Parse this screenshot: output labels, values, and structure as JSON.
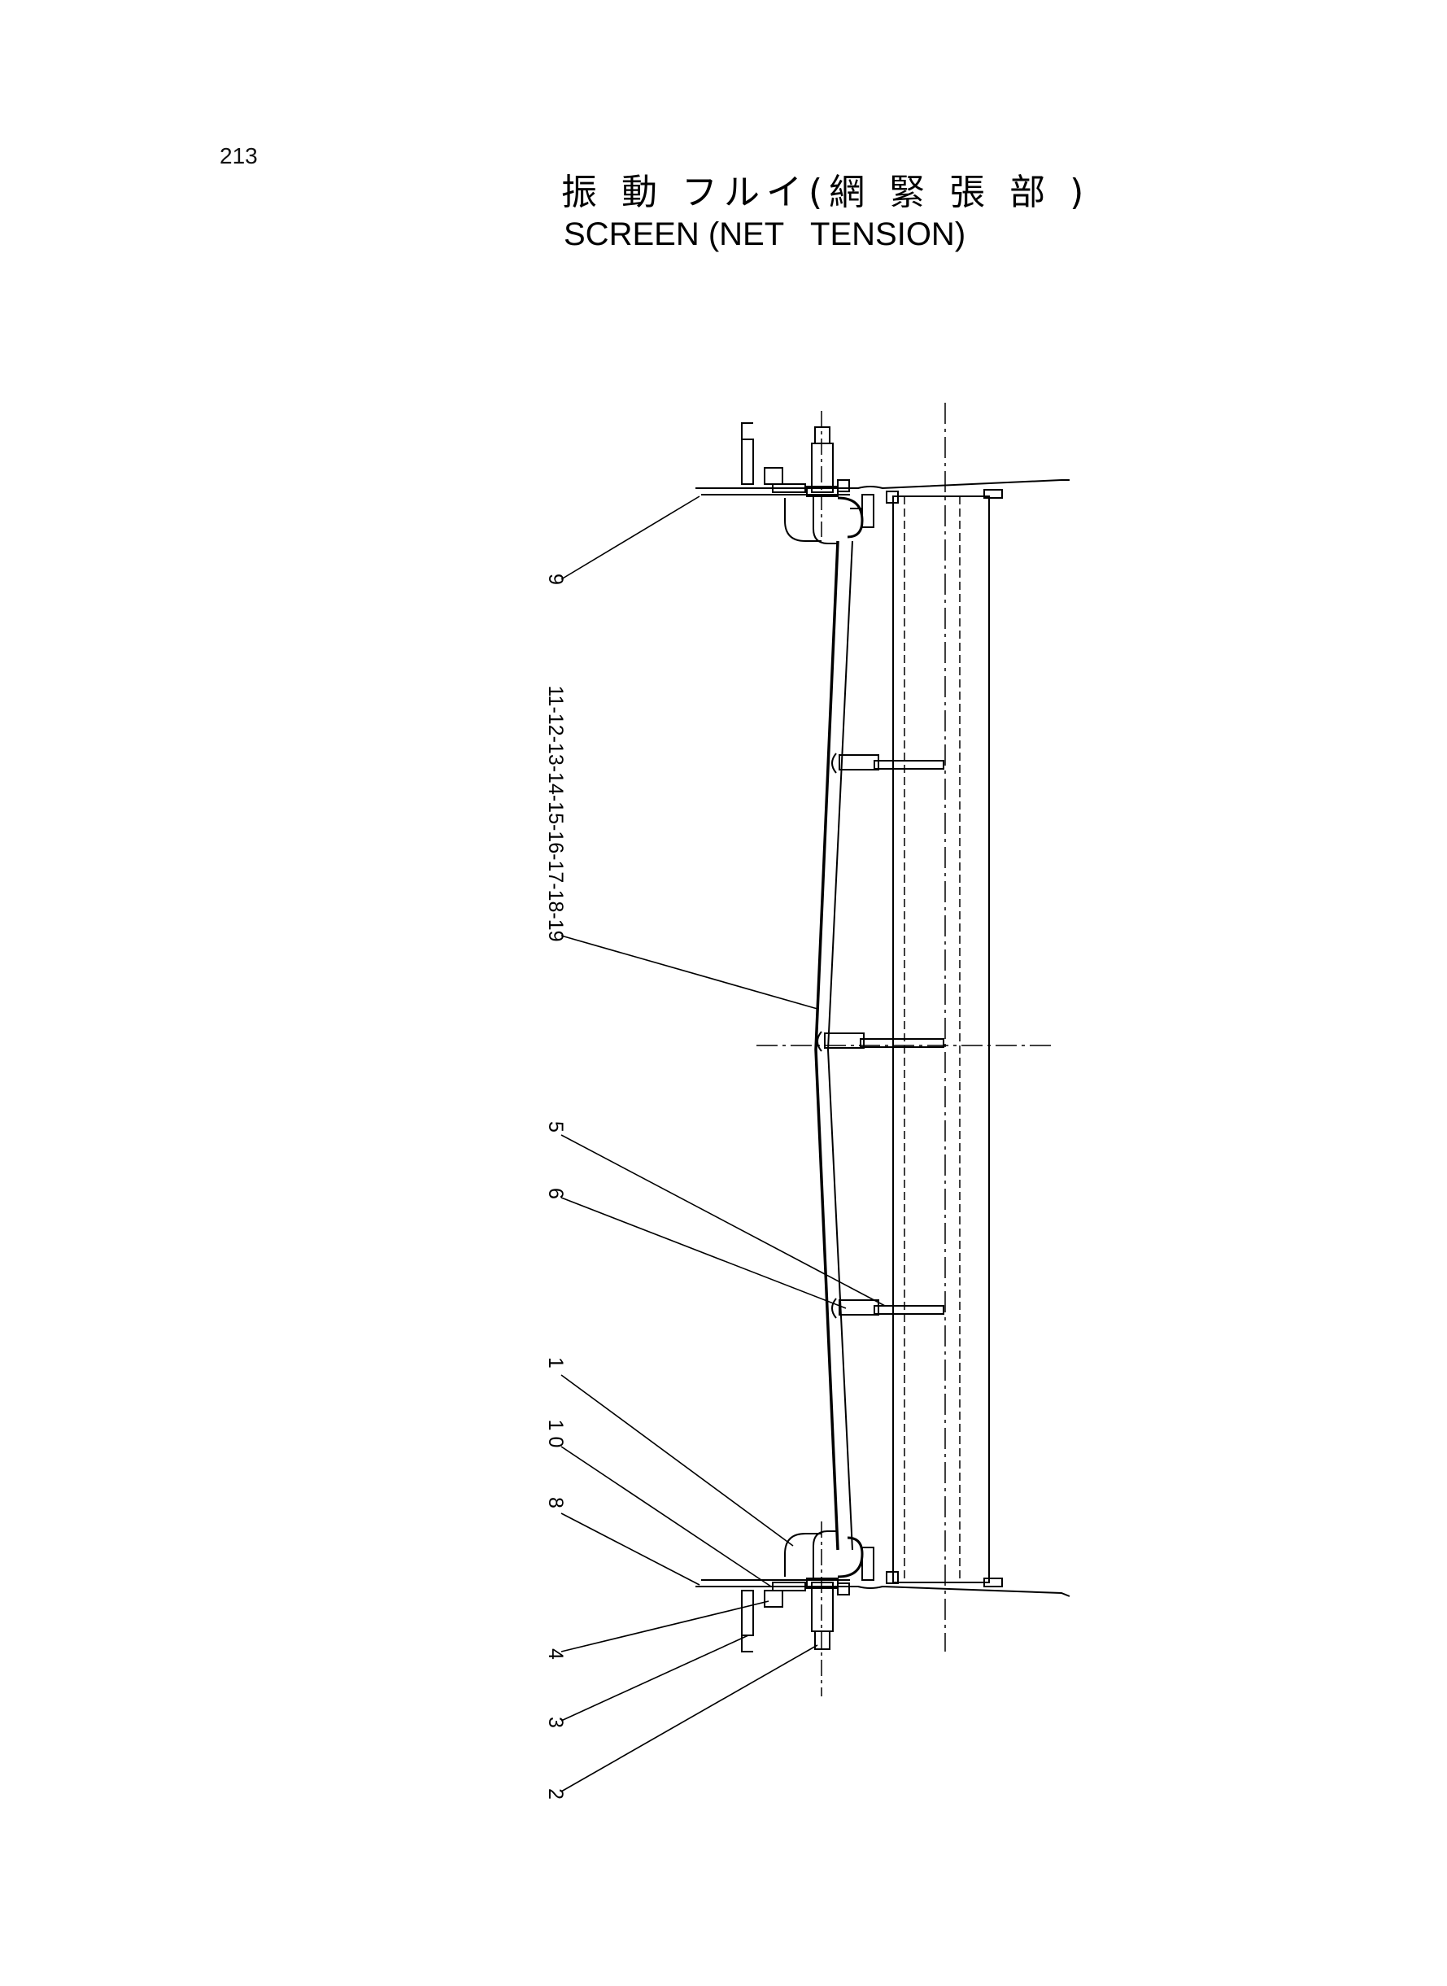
{
  "page_number": "213",
  "title_jp": "振 動 フルイ(網 緊 張 部 )",
  "title_en": "SCREEN (NET   TENSION)",
  "callouts": [
    {
      "label": "9"
    },
    {
      "label": "11-12-13-14-15-16-17-18-19"
    },
    {
      "label": "5"
    },
    {
      "label": "6"
    },
    {
      "label": "1"
    },
    {
      "label": "1 0"
    },
    {
      "label": "8"
    },
    {
      "label": "4"
    },
    {
      "label": "3"
    },
    {
      "label": "2"
    }
  ]
}
